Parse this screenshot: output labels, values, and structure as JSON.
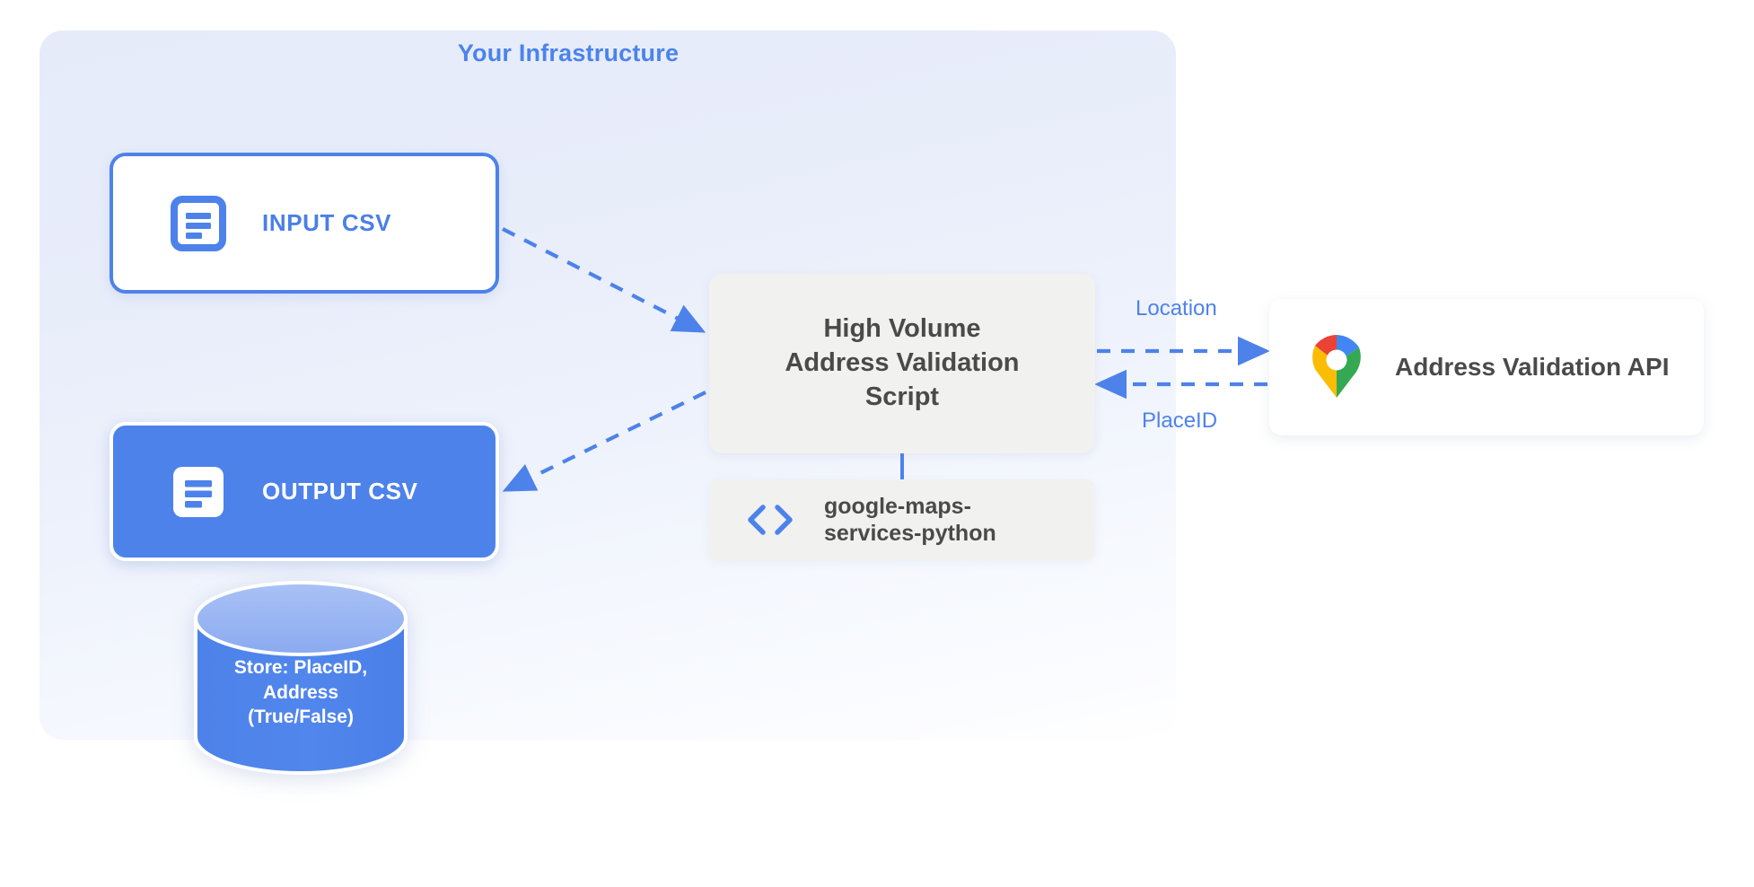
{
  "diagram": {
    "panel": {
      "title": "Your Infrastructure",
      "accent_color": "#4d82ea",
      "background_color": "#e8edfa"
    },
    "nodes": {
      "input_csv": {
        "label": "INPUT CSV",
        "icon": "document-icon",
        "style": "outlined",
        "fill": "#ffffff",
        "border": "#4d82ea",
        "text_color": "#4a7fe8"
      },
      "output_csv": {
        "label": "OUTPUT CSV",
        "icon": "document-icon",
        "style": "filled",
        "fill": "#4d82ea",
        "border": "#ffffff",
        "text_color": "#ffffff"
      },
      "script": {
        "line1": "High Volume",
        "line2": "Address Validation",
        "line3": "Script",
        "fill": "#f1f1f0",
        "text_color": "#4a4a4a"
      },
      "library": {
        "line1": "google-maps-",
        "line2": "services-python",
        "icon": "code-brackets-icon",
        "fill": "#f1f1f0",
        "text_color": "#4a4a4a"
      },
      "api": {
        "label": "Address Validation API",
        "icon": "google-maps-pin-icon",
        "fill": "#ffffff",
        "text_color": "#4a4a4a"
      },
      "database": {
        "line1": "Store: PlaceID,",
        "line2": "Address",
        "line3": "(True/False)",
        "fill": "#4d82ea",
        "top_fill": "#93b1f1",
        "text_color": "#ffffff"
      }
    },
    "edges": [
      {
        "from": "input_csv",
        "to": "script",
        "label": "",
        "style": "dashed",
        "color": "#4d82ea"
      },
      {
        "from": "script",
        "to": "output_csv",
        "label": "",
        "style": "dashed",
        "color": "#4d82ea"
      },
      {
        "from": "script",
        "to": "api",
        "label": "Location",
        "style": "dashed",
        "color": "#4d82ea"
      },
      {
        "from": "api",
        "to": "script",
        "label": "PlaceID",
        "style": "dashed",
        "color": "#4d82ea"
      },
      {
        "from": "script",
        "to": "library",
        "label": "",
        "style": "solid",
        "color": "#4d82ea"
      }
    ],
    "labels": {
      "location": "Location",
      "placeid": "PlaceID"
    }
  }
}
